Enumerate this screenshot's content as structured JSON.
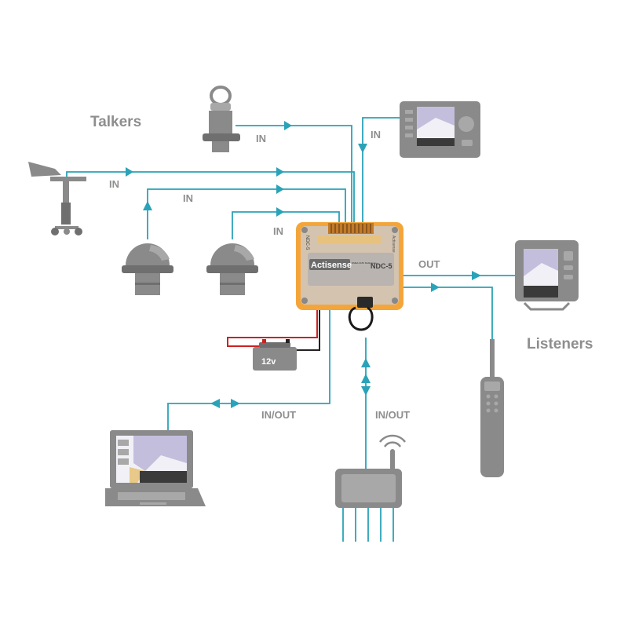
{
  "groups": {
    "talkers": "Talkers",
    "listeners": "Listeners"
  },
  "connections": {
    "in_depth": "IN",
    "in_wind": "IN",
    "in_speed": "IN",
    "in_transducer": "IN",
    "in_plotter": "IN",
    "out_display": "OUT",
    "inout_pc": "IN/OUT",
    "inout_radio": "IN/OUT"
  },
  "multiplexer": {
    "model_left": "NDC-5",
    "model_right": "NDC-5",
    "brand": "Actisense",
    "brand_side": "Actisense",
    "subtitle": "NMEA 0183 Multiplexer"
  },
  "battery": {
    "label": "12v"
  },
  "colors": {
    "wire": "#2aa3b8",
    "device": "#8a8a8a",
    "label": "#8e8e8e",
    "mux_body": "#f4a53a",
    "power_positive": "#cc2222",
    "power_negative": "#222222"
  }
}
